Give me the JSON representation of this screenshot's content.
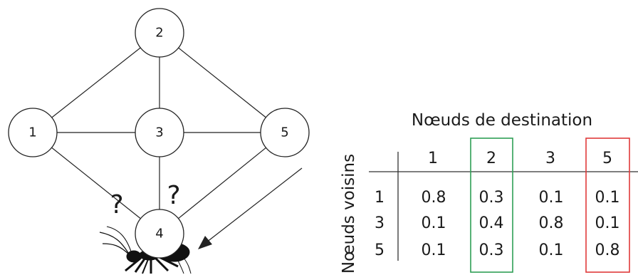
{
  "graph": {
    "nodes": [
      {
        "id": "1",
        "label": "1"
      },
      {
        "id": "2",
        "label": "2"
      },
      {
        "id": "3",
        "label": "3"
      },
      {
        "id": "4",
        "label": "4"
      },
      {
        "id": "5",
        "label": "5"
      }
    ],
    "edges": [
      [
        "1",
        "2"
      ],
      [
        "2",
        "3"
      ],
      [
        "2",
        "5"
      ],
      [
        "1",
        "3"
      ],
      [
        "3",
        "5"
      ],
      [
        "1",
        "4"
      ],
      [
        "3",
        "4"
      ],
      [
        "5",
        "4"
      ]
    ],
    "question_marks": [
      "?",
      "?"
    ]
  },
  "table": {
    "title": "Nœuds de destination",
    "side_label": "Nœuds voisins",
    "columns": [
      "1",
      "2",
      "3",
      "5"
    ],
    "rows": [
      {
        "label": "1",
        "values": [
          "0.8",
          "0.3",
          "0.1",
          "0.1"
        ]
      },
      {
        "label": "3",
        "values": [
          "0.1",
          "0.4",
          "0.8",
          "0.1"
        ]
      },
      {
        "label": "5",
        "values": [
          "0.1",
          "0.3",
          "0.1",
          "0.8"
        ]
      }
    ],
    "highlights": [
      {
        "column": "2",
        "color": "#2e9e55"
      },
      {
        "column": "5",
        "color": "#e03a3a"
      }
    ]
  },
  "colors": {
    "stroke": "#222222",
    "ant": "#111111"
  }
}
